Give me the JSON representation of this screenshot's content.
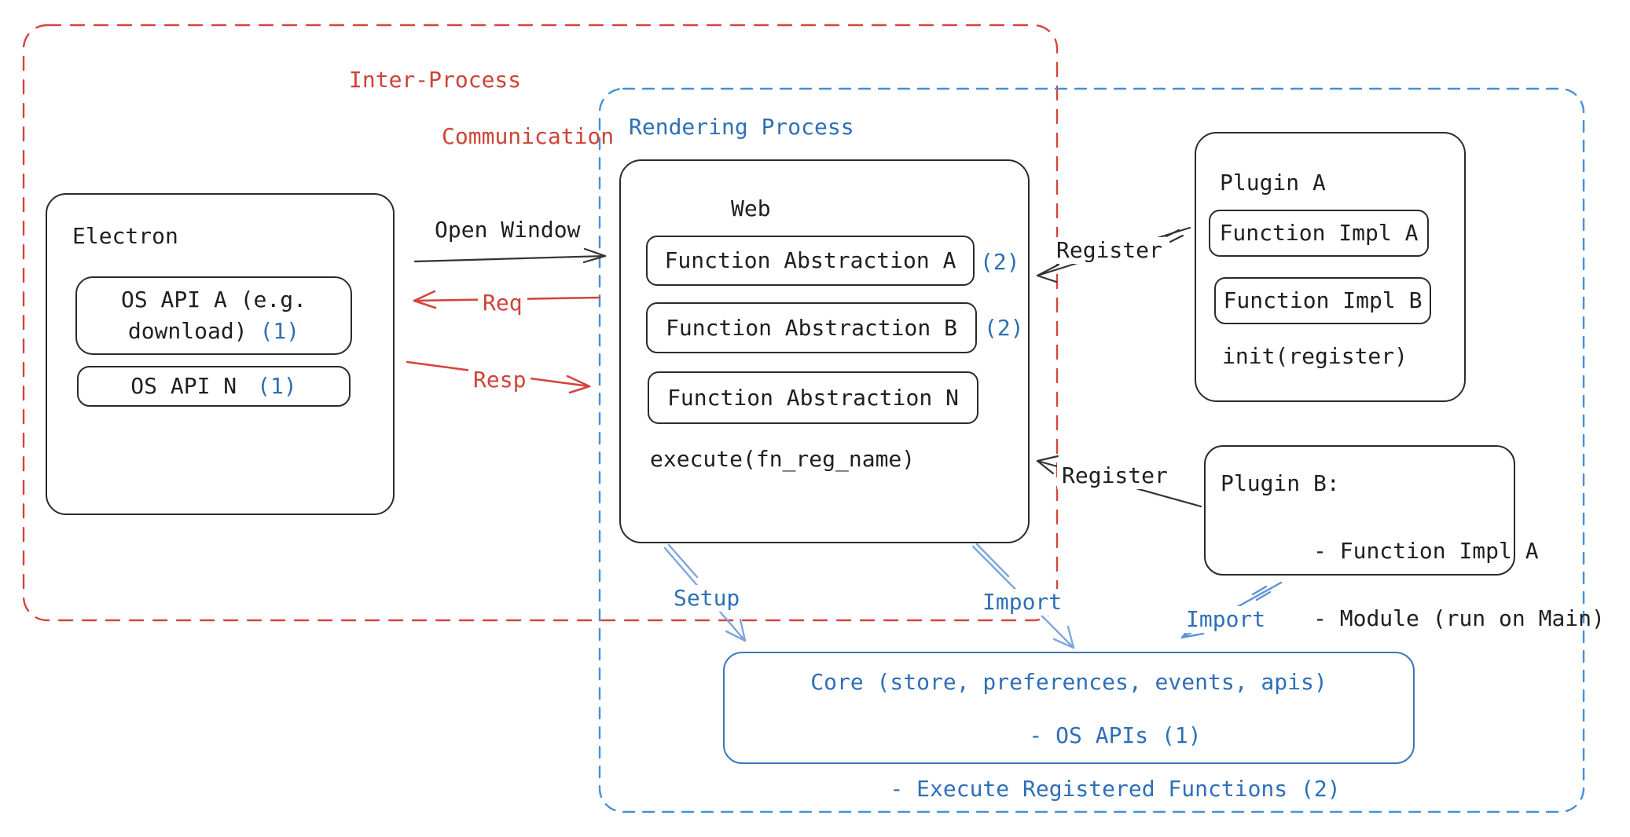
{
  "colors": {
    "red": "#cf4238",
    "red_border": "#d2453c",
    "blue_text": "#2e6fb7",
    "blue_dash": "#4690d9",
    "blue_light_arrow": "#7da6dc",
    "core_border": "#3a78bd",
    "black": "#2b2b2b"
  },
  "ipc": {
    "label_line1": "Inter-Process",
    "label_line2": "Communication"
  },
  "rendering": {
    "label": "Rendering Process"
  },
  "electron": {
    "title": "Electron",
    "api_a_line1": "OS API A (e.g.",
    "api_a_line2": "download)",
    "api_a_badge": "(1)",
    "api_n_label": "OS API N",
    "api_n_badge": "(1)"
  },
  "web": {
    "title": "Web",
    "fa_a": "Function Abstraction A",
    "fa_a_badge": "(2)",
    "fa_b": "Function Abstraction B",
    "fa_b_badge": "(2)",
    "fa_n": "Function Abstraction N",
    "execute": "execute(fn_reg_name)"
  },
  "plugin_a": {
    "title": "Plugin A",
    "impl_a": "Function Impl A",
    "impl_b": "Function Impl B",
    "init": "init(register)"
  },
  "plugin_b": {
    "line1": "Plugin B:",
    "line2": "- Function Impl A",
    "line3": "- Module (run on Main)"
  },
  "core": {
    "line1": "Core (store, preferences, events, apis)",
    "line2": "- OS APIs (1)",
    "line3": "- Execute Registered Functions (2)"
  },
  "arrows": {
    "open_window": "Open Window",
    "req": "Req",
    "resp": "Resp",
    "register_top": "Register",
    "register_bottom": "Register",
    "setup": "Setup",
    "import_web": "Import",
    "import_plugin": "Import"
  }
}
